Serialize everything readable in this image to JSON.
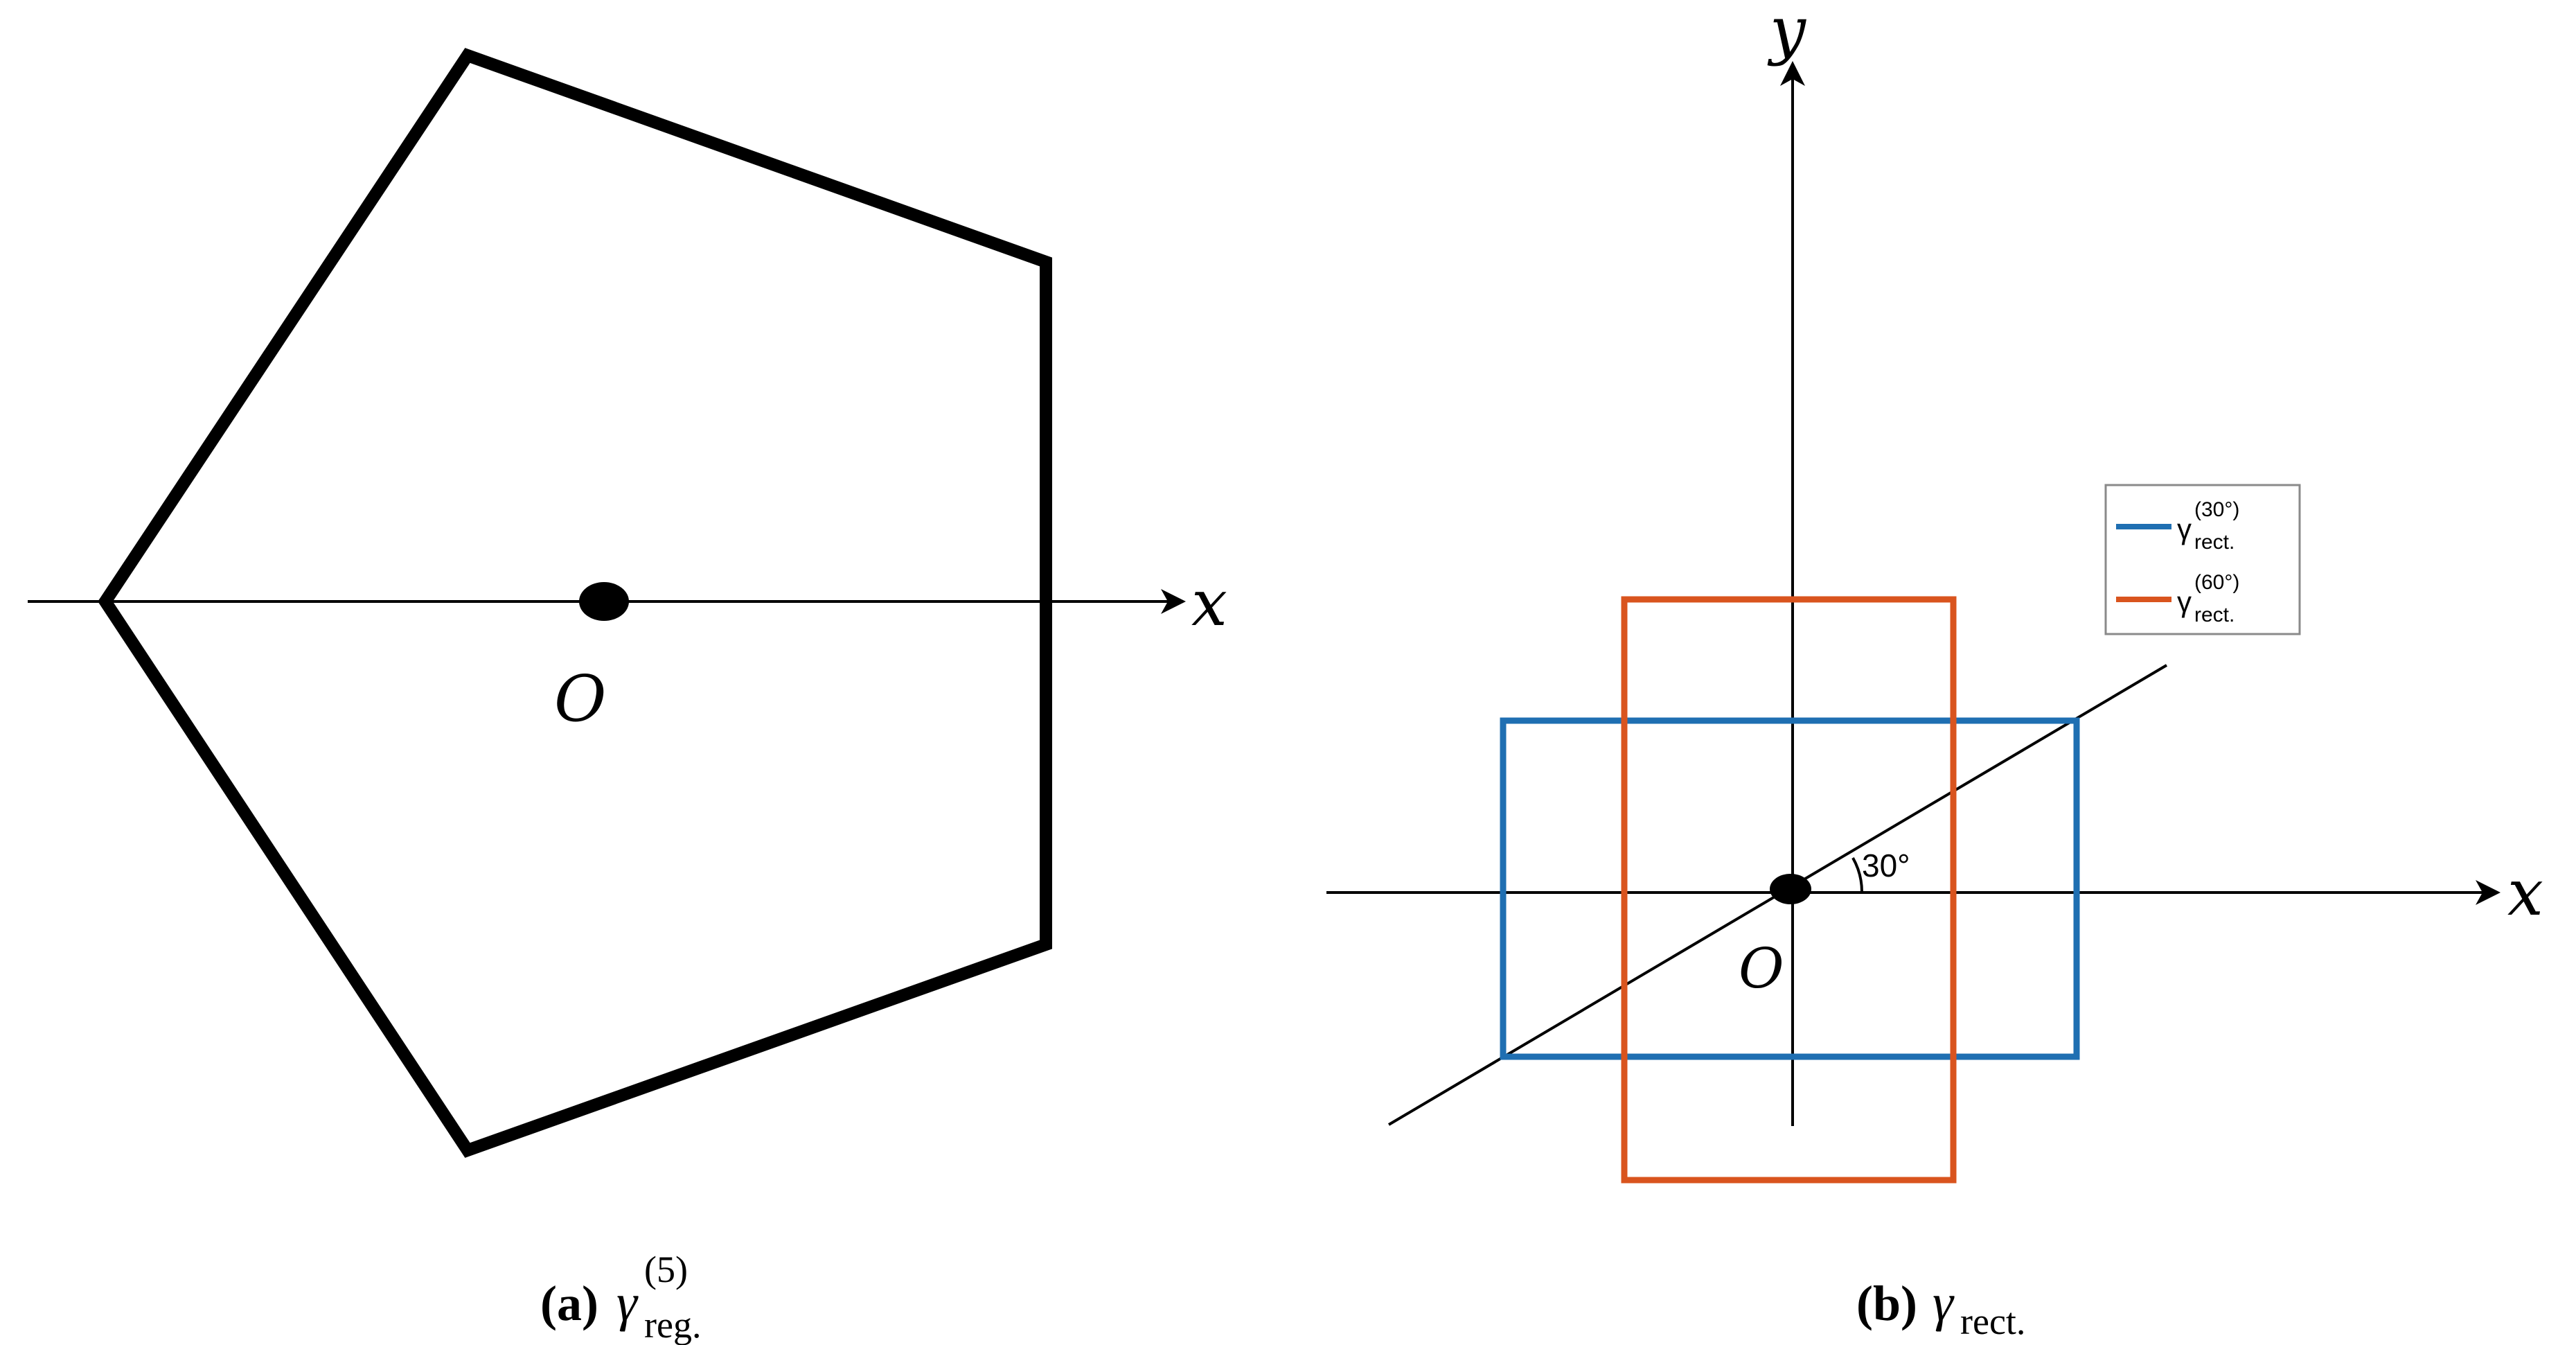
{
  "panel_a": {
    "axis_label": "x",
    "origin_label": "O",
    "caption": {
      "tag": "(a)",
      "symbol": "γ",
      "subscript": "reg.",
      "superscript": "(5)"
    }
  },
  "panel_b": {
    "x_axis_label": "x",
    "y_axis_label": "y",
    "origin_label": "O",
    "angle_label": "30°",
    "legend": {
      "items": [
        {
          "symbol": "γ",
          "superscript": "(30°)",
          "subscript": "rect.",
          "color": "#1f6fb2"
        },
        {
          "symbol": "γ",
          "superscript": "(60°)",
          "subscript": "rect.",
          "color": "#d9541e"
        }
      ]
    },
    "caption": {
      "tag": "(b)",
      "symbol": "γ",
      "subscript": "rect."
    }
  },
  "colors": {
    "outline": "#000000",
    "blue_rect": "#1f6fb2",
    "orange_rect": "#d9541e"
  }
}
